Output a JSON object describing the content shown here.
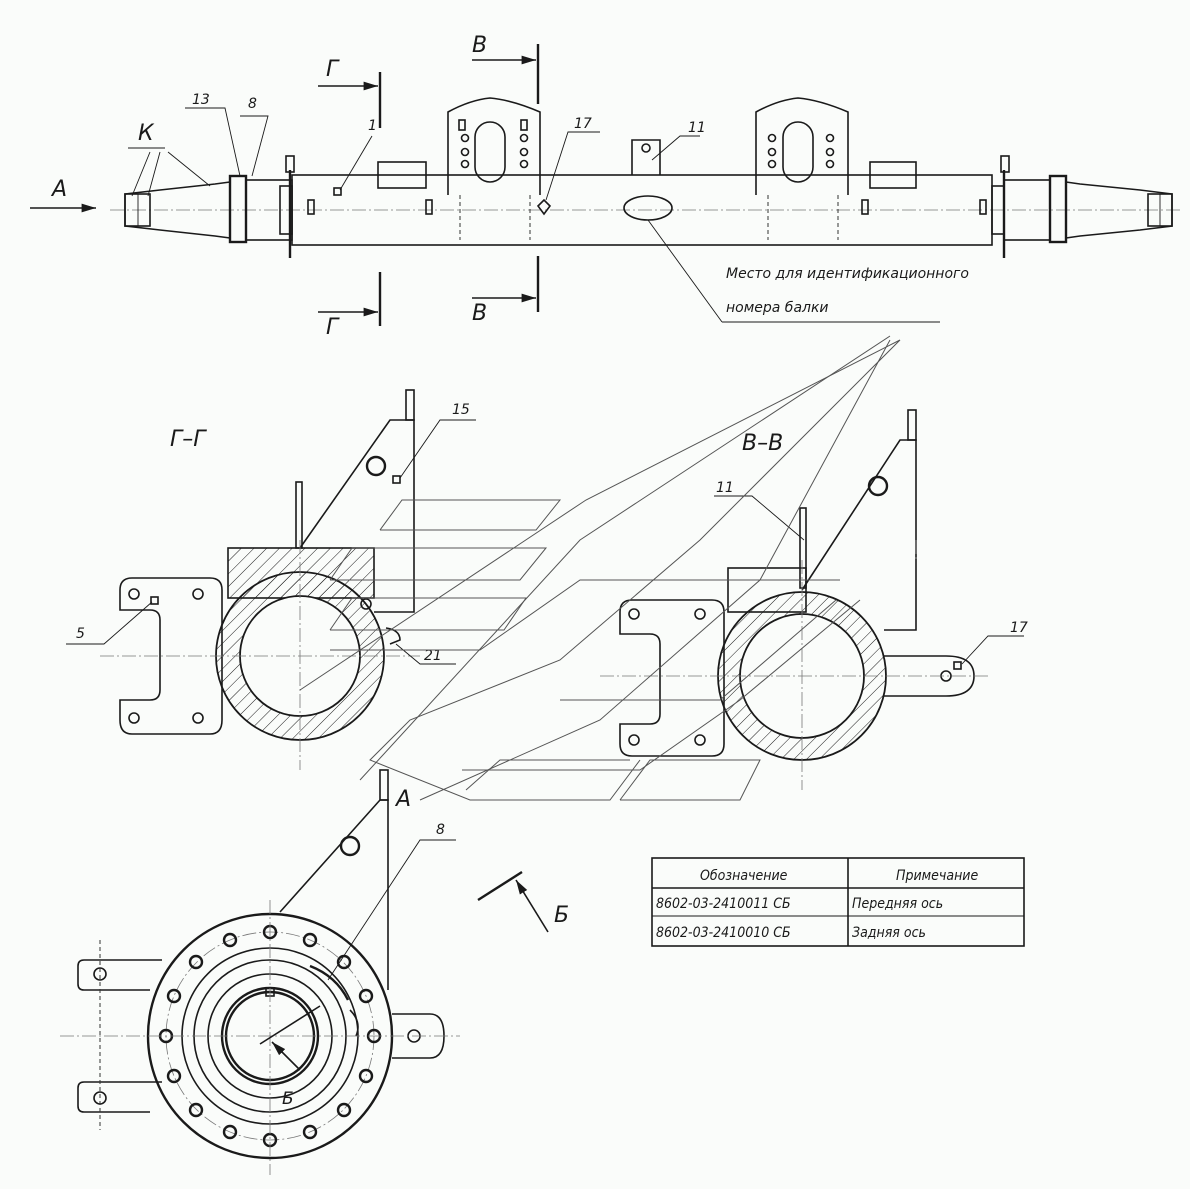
{
  "labels": {
    "view_a_arrow": "А",
    "K": "К",
    "p13": "13",
    "p8_top": "8",
    "p1": "1",
    "p17_top": "17",
    "p11_top": "11",
    "section_v_top": "В",
    "section_v_bottom": "В",
    "section_g_top": "Г",
    "section_g_bottom": "Г",
    "id_place_line1": "Место для идентификационного",
    "id_place_line2": "номера балки",
    "section_gg_title": "Г–Г",
    "section_vv_title": "В–В",
    "p15": "15",
    "p5": "5",
    "p21": "21",
    "p11_vv": "11",
    "p17_vv": "17",
    "view_a_title": "А",
    "p8_view": "8",
    "view_b_arrow": "Б",
    "view_b_mark": "Б"
  },
  "table": {
    "header": [
      "Обозначение",
      "Примечание"
    ],
    "rows": [
      [
        "8602-03-2410011 СБ",
        "Передняя ось"
      ],
      [
        "8602-03-2410010 СБ",
        "Задняя ось"
      ]
    ]
  }
}
